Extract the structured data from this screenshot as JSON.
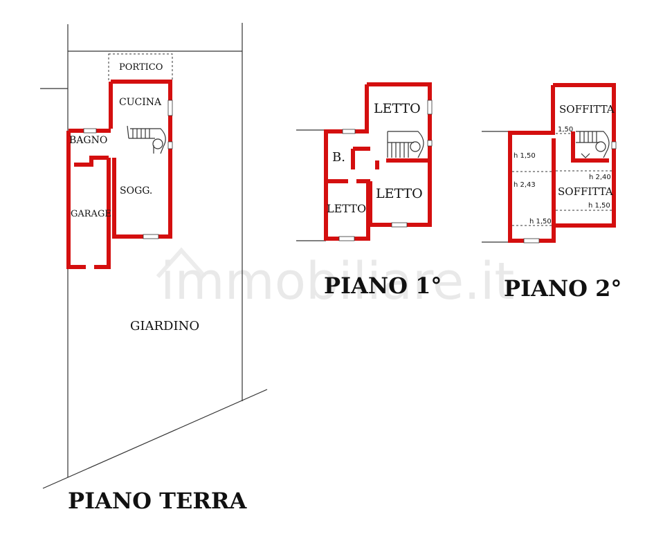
{
  "watermark": "immobiliare.it",
  "ground_floor": {
    "title": "PIANO TERRA",
    "rooms": {
      "portico": "PORTICO",
      "cucina": "CUCINA",
      "bagno": "BAGNO",
      "soggiorno": "SOGG.",
      "garage": "GARAGE",
      "giardino": "GIARDINO"
    }
  },
  "first_floor": {
    "title": "PIANO 1°",
    "rooms": {
      "letto_top": "LETTO",
      "bagno": "B.",
      "letto_right": "LETTO",
      "letto_left": "LETTO"
    }
  },
  "second_floor": {
    "title": "PIANO 2°",
    "rooms": {
      "soffitta_top": "SOFFITTA",
      "soffitta_bottom": "SOFFITTA"
    },
    "heights": {
      "h150_top": "h 1,50",
      "h243": "h 2,43",
      "h150_bottom": "h 1,50",
      "h240": "h 2,40",
      "h150_right": "h 1,50",
      "dim150": "1,50"
    }
  },
  "colors": {
    "wall": "#d40f0f",
    "line": "#333333",
    "background": "#ffffff"
  }
}
